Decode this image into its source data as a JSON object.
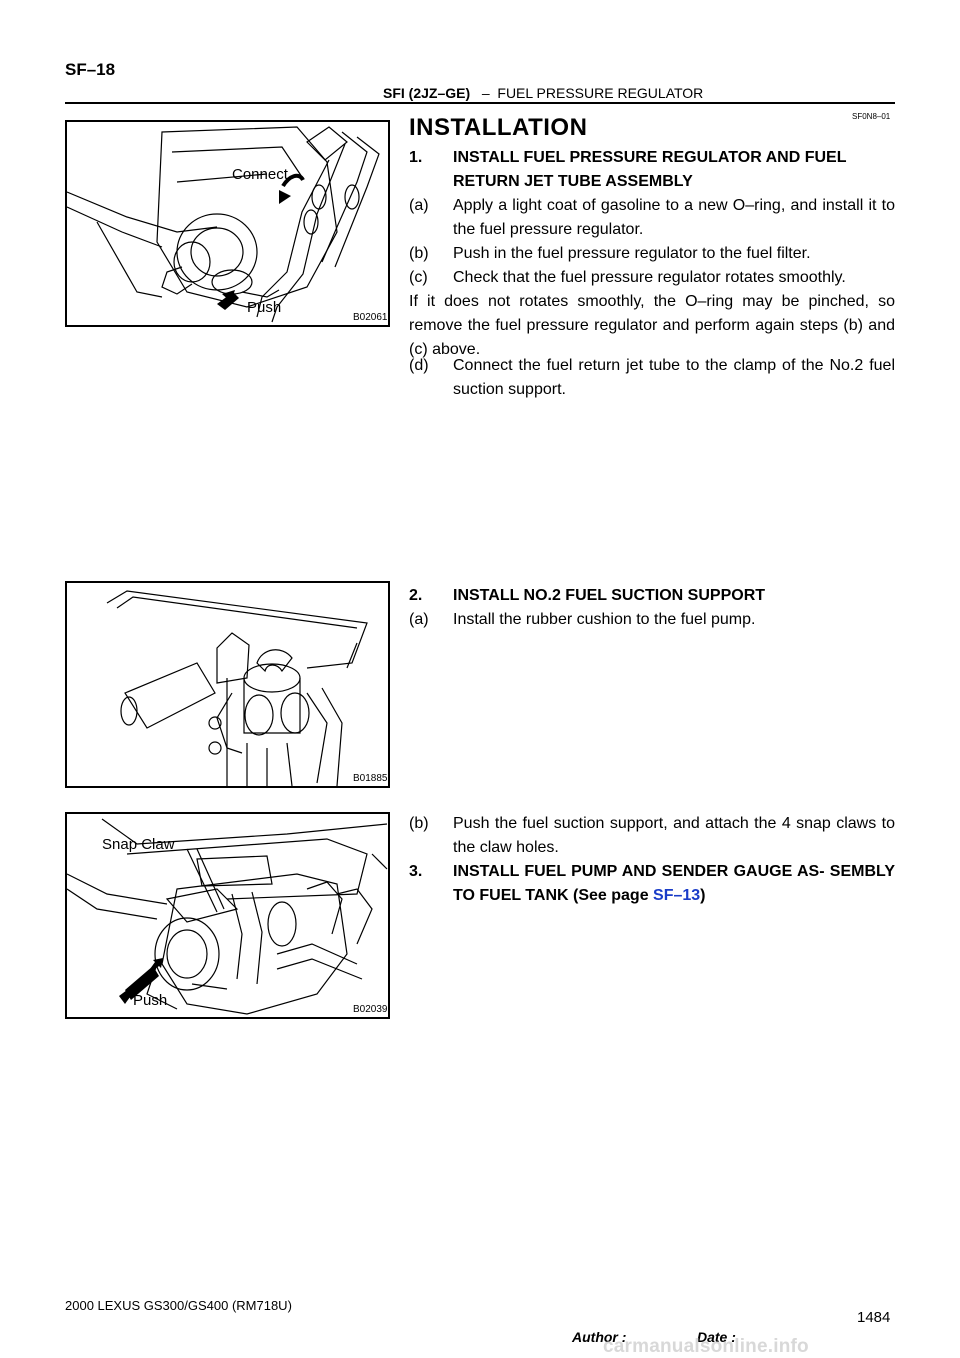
{
  "header": {
    "page_code": "SF–18",
    "section_bold": "SFI (2JZ–GE)",
    "section_dash": "–",
    "section_rest": "FUEL PRESSURE REGULATOR"
  },
  "doc_id": "SF0N8–01",
  "figures": {
    "fig1": {
      "code": "B02061",
      "label_connect": "Connect",
      "label_push": "Push"
    },
    "fig2": {
      "code": "B01885"
    },
    "fig3": {
      "code": "B02039",
      "label_snap": "Snap Claw",
      "label_push": "Push"
    }
  },
  "content": {
    "heading": "INSTALLATION",
    "step1": {
      "num": "1.",
      "title": "INSTALL FUEL PRESSURE REGULATOR AND FUEL RETURN JET TUBE ASSEMBLY",
      "a_num": "(a)",
      "a": "Apply a light coat of gasoline to a new O–ring, and install it to the fuel pressure regulator.",
      "b_num": "(b)",
      "b": "Push in the fuel pressure regulator to the fuel filter.",
      "c_num": "(c)",
      "c": "Check that the fuel pressure regulator rotates smoothly.",
      "note": "If it does not rotates smoothly, the O–ring may be pinched, so remove the fuel pressure regulator and perform again steps (b) and (c) above.",
      "d_num": "(d)",
      "d": "Connect the fuel return jet tube to the clamp of the No.2 fuel suction support."
    },
    "step2": {
      "num": "2.",
      "title": "INSTALL NO.2 FUEL SUCTION SUPPORT",
      "a_num": "(a)",
      "a": "Install the rubber cushion to the fuel pump.",
      "b_num": "(b)",
      "b": "Push the fuel suction support, and attach the 4 snap claws to the claw holes."
    },
    "step3": {
      "num": "3.",
      "title": "INSTALL FUEL PUMP AND SENDER GAUGE AS- SEMBLY TO FUEL TANK (See page ",
      "link": "SF–13",
      "close": ")"
    }
  },
  "footer": {
    "model": "2000 LEXUS GS300/GS400   (RM718U)",
    "author_label": "Author :",
    "date_label": "Date :",
    "page_number": "1484",
    "watermark": "carmanualsonline.info"
  },
  "colors": {
    "link": "#1a3cc8",
    "text": "#000000"
  }
}
